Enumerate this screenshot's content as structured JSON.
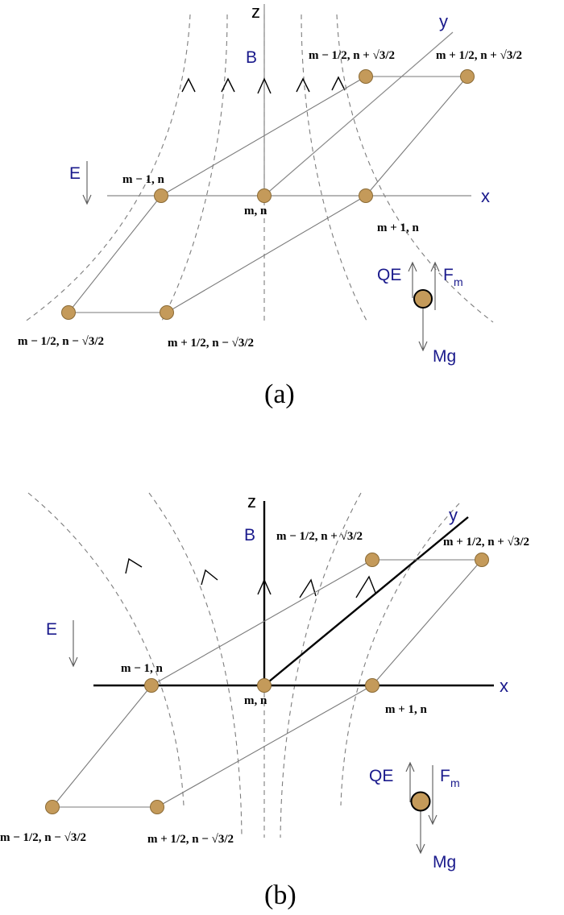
{
  "panel_a": {
    "caption": "(a)",
    "axes": {
      "x": "x",
      "y": "y",
      "z": "z"
    },
    "field_label": "B",
    "e_label": "E",
    "forces": {
      "electric": "QE",
      "magnetic": "F",
      "magnetic_sub": "m",
      "gravity": "Mg"
    },
    "sites": {
      "left": "m − 1, n",
      "center": "m,  n",
      "right": "m + 1,  n",
      "upper_left": "m − 1/2, n + √3/2",
      "upper_right": "m + 1/2, n + √3/2",
      "lower_left": "m − 1/2, n − √3/2",
      "lower_right": "m + 1/2, n − √3/2"
    }
  },
  "panel_b": {
    "caption": "(b)",
    "axes": {
      "x": "x",
      "y": "y",
      "z": "z"
    },
    "field_label": "B",
    "e_label": "E",
    "forces": {
      "electric": "QE",
      "magnetic": "F",
      "magnetic_sub": "m",
      "gravity": "Mg"
    },
    "sites": {
      "left": "m − 1, n",
      "center": "m,  n",
      "right": "m + 1,  n",
      "upper_left": "m − 1/2, n + √3/2",
      "upper_right": "m + 1/2, n + √3/2",
      "lower_left": "m − 1/2, n − √3/2",
      "lower_right": "m + 1/2, n − √3/2"
    }
  },
  "colors": {
    "node": "#c49a5a",
    "label_blue": "#1a1a8c",
    "lines": "#7a7a7a"
  }
}
